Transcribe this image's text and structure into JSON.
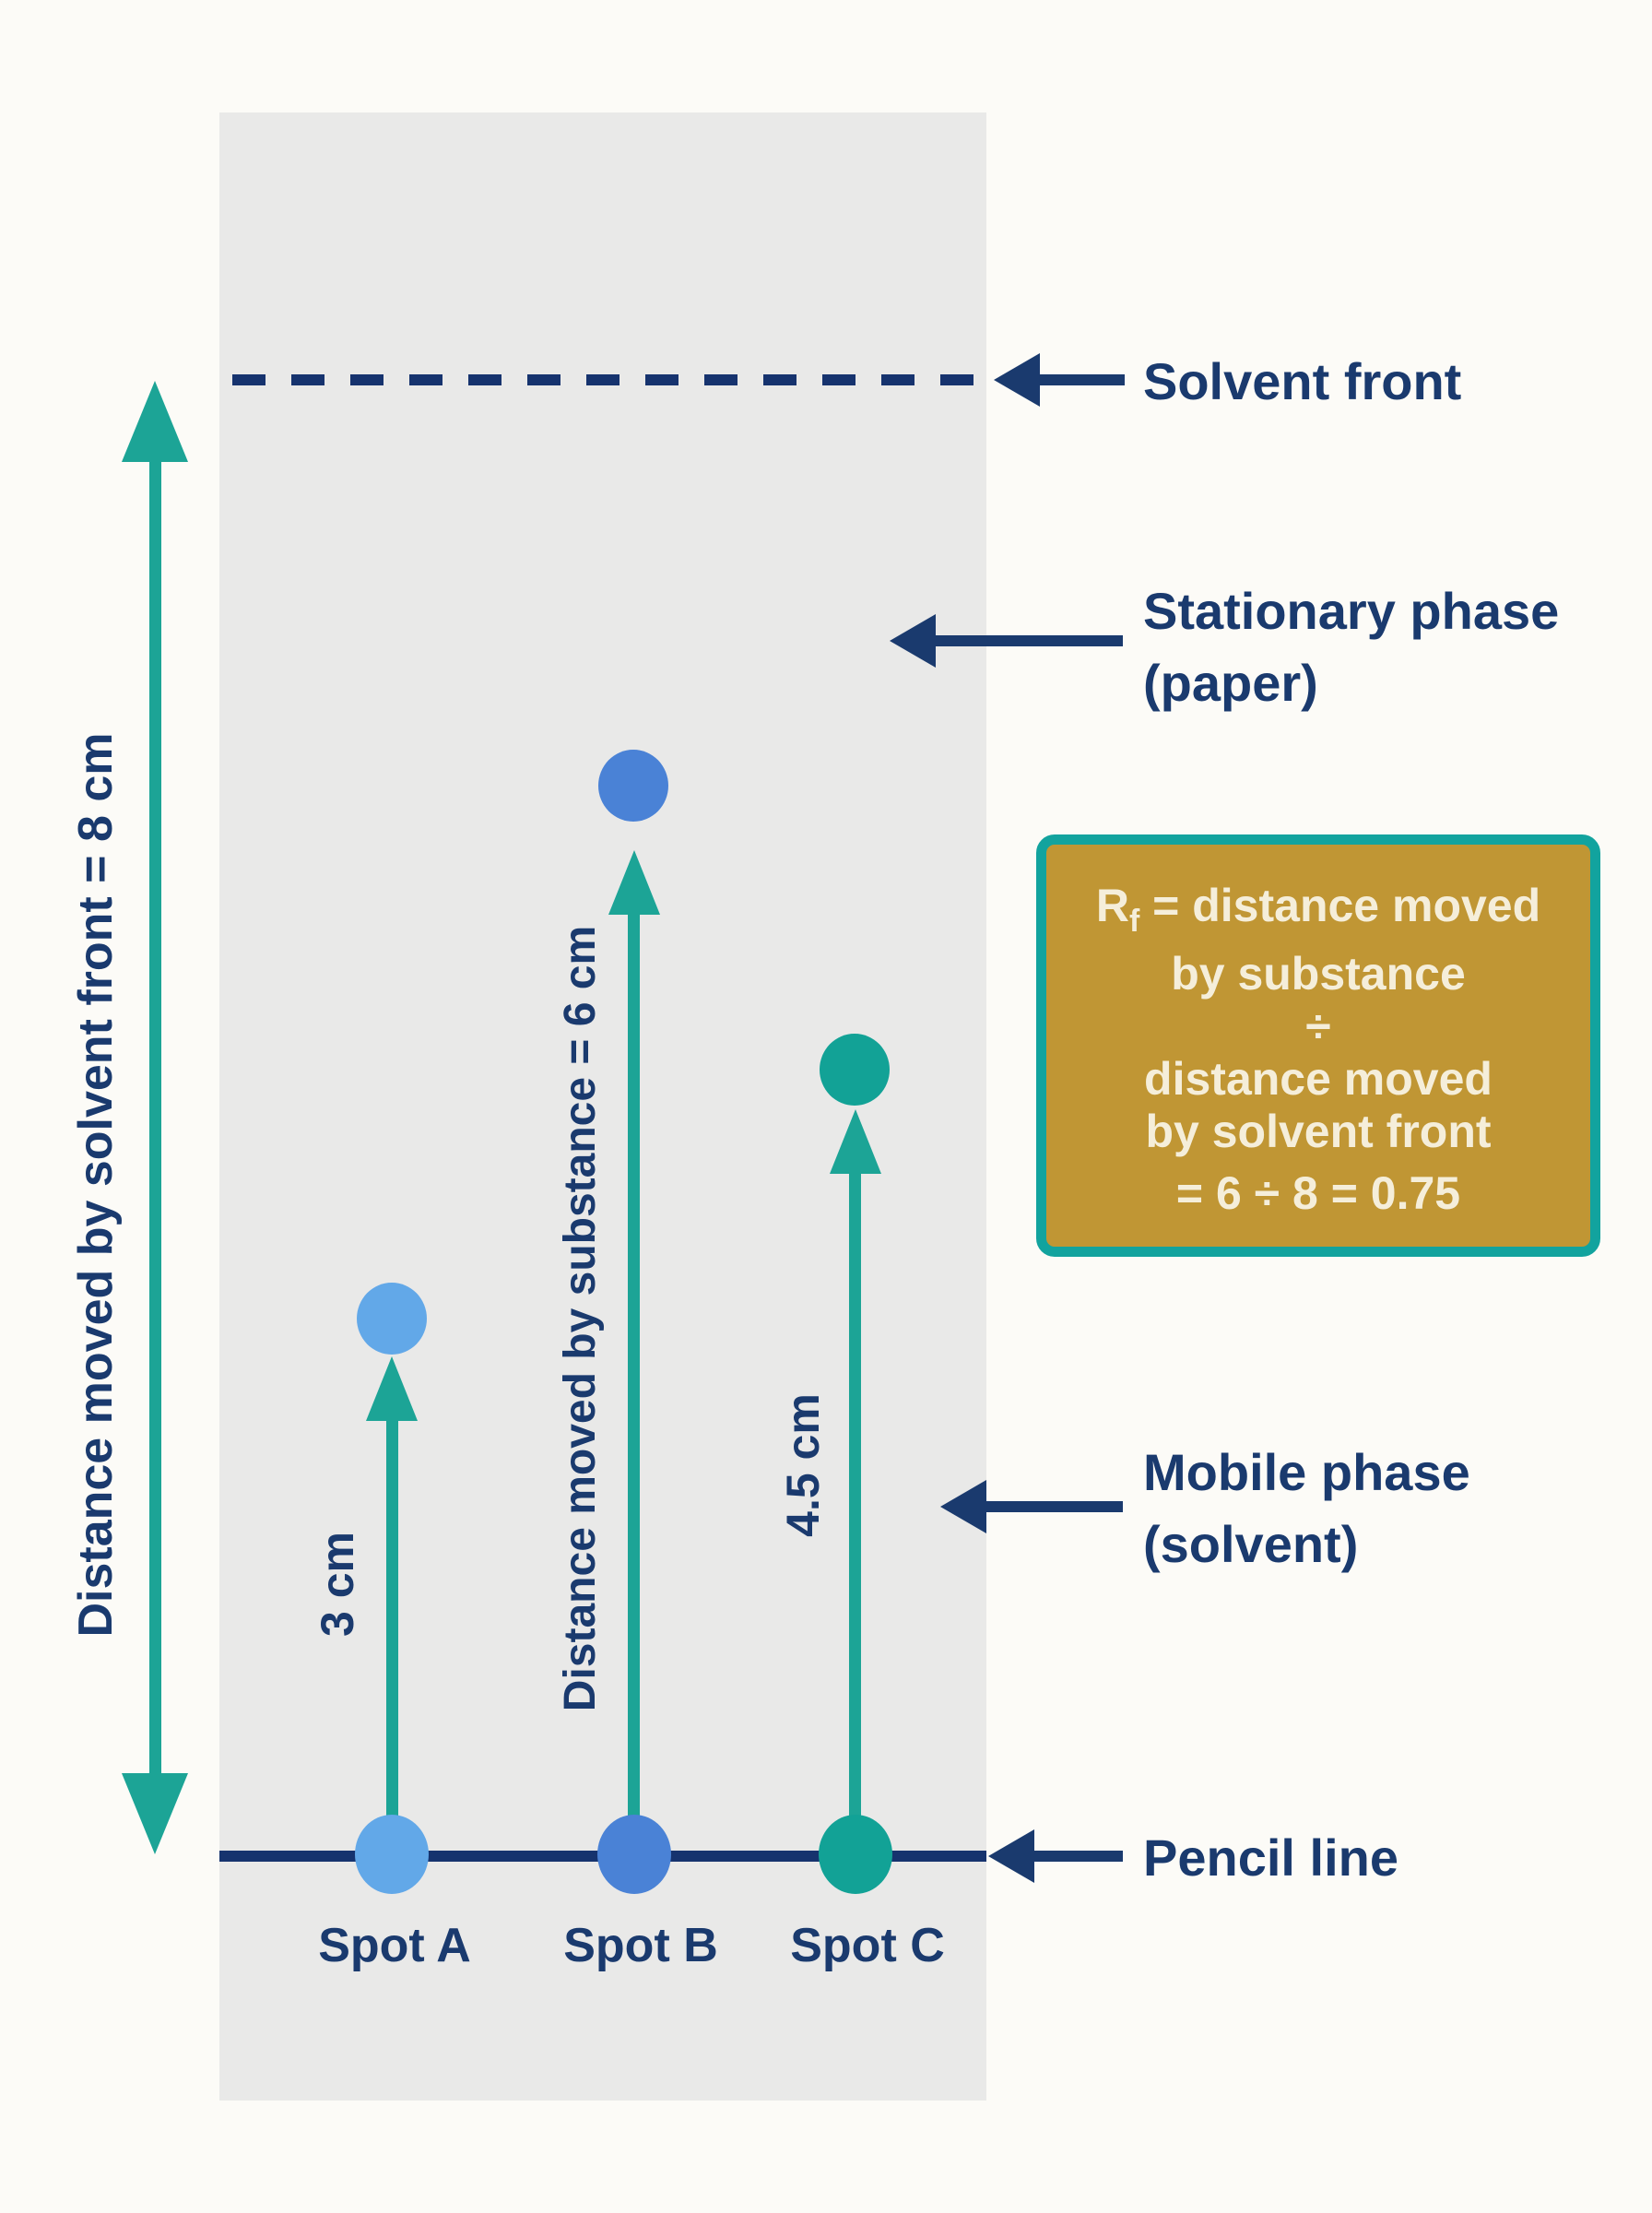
{
  "colors": {
    "background": "#fcfbf7",
    "paper": "#e9e9e8",
    "navy": "#1a3a6e",
    "teal_arrow": "#1ca496",
    "spot_a": "#62a8e8",
    "spot_b": "#4a82d6",
    "spot_c": "#12a296",
    "box_gold": "#c09634",
    "box_border_teal": "#12a39e",
    "box_text_cream": "#f5eeda"
  },
  "left_scale": {
    "label": "Distance moved by solvent front = 8 cm"
  },
  "labels": {
    "solvent_front": "Solvent front",
    "stationary_line1": "Stationary phase",
    "stationary_line2": "(paper)",
    "mobile_line1": "Mobile phase",
    "mobile_line2": "(solvent)",
    "pencil": "Pencil line"
  },
  "spots": [
    {
      "name": "Spot A",
      "distance_label": "3 cm"
    },
    {
      "name": "Spot B",
      "distance_label": "Distance moved by substance = 6 cm"
    },
    {
      "name": "Spot C",
      "distance_label": "4.5 cm"
    }
  ],
  "formula_box": {
    "rf": "R",
    "rf_sub": "f",
    "line1_rest": " = distance moved",
    "line2": "by substance",
    "divider": "÷",
    "line3": "distance moved",
    "line4": "by solvent front",
    "result": "= 6 ÷ 8 = 0.75"
  }
}
